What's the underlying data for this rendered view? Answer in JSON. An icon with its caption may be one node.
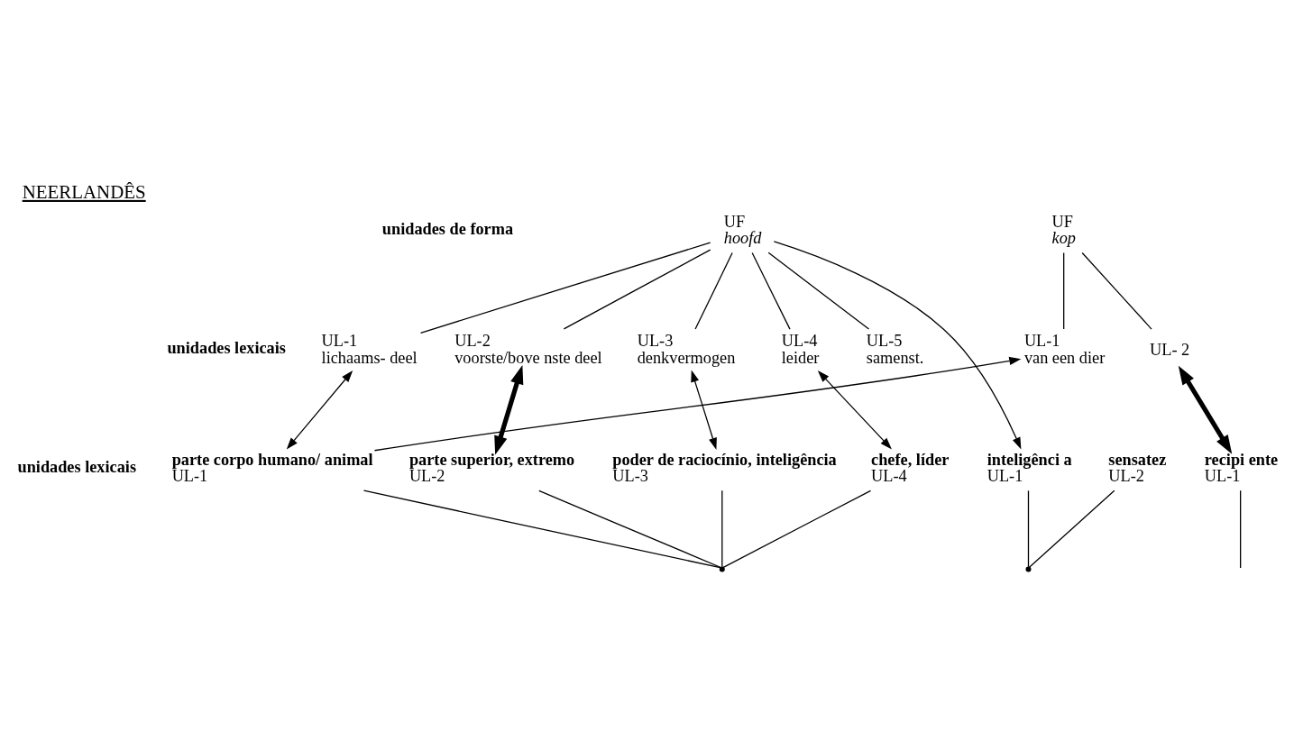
{
  "diagram": {
    "title": "NEERLANDÊS",
    "nodes": [
      {
        "text": [
          "UF",
          "hoofd"
        ]
      },
      {
        "text": [
          "UF",
          "kop"
        ]
      },
      {
        "text": [
          "UL-1",
          "lichaams- deel"
        ]
      },
      {
        "text": [
          "UL-2",
          "voorste/bove nste deel"
        ]
      },
      {
        "text": [
          "UL-3",
          "denkvermogen"
        ]
      },
      {
        "text": [
          "UL-4",
          "leider"
        ]
      },
      {
        "text": [
          "UL-5",
          "samenst."
        ]
      },
      {
        "text": [
          "UL-1",
          "van een dier"
        ]
      },
      {
        "text": [
          "UL- 2"
        ]
      },
      {
        "text": [
          "parte corpo humano/ animal",
          "UL-1"
        ]
      },
      {
        "text": [
          "parte superior, extremo",
          "UL-2"
        ]
      },
      {
        "text": [
          "poder de raciocínio, inteligência",
          "UL-3"
        ]
      },
      {
        "text": [
          "chefe, líder",
          "UL-4"
        ]
      },
      {
        "text": [
          "inteligênci a",
          "UL-1"
        ]
      },
      {
        "text": [
          "sensatez",
          "UL-2"
        ]
      },
      {
        "text": [
          "recipi ente",
          "UL-1"
        ]
      },
      {
        "text": [],
        "shape": "point"
      },
      {
        "text": [],
        "shape": "point"
      }
    ],
    "edges": [
      {
        "from": 0,
        "to": 2,
        "arrow": "none"
      },
      {
        "from": 0,
        "to": 3,
        "arrow": "none"
      },
      {
        "from": 0,
        "to": 4,
        "arrow": "none"
      },
      {
        "from": 0,
        "to": 5,
        "arrow": "none"
      },
      {
        "from": 0,
        "to": 6,
        "arrow": "none"
      },
      {
        "from": 0,
        "to": 13,
        "arrow": "to"
      },
      {
        "from": 1,
        "to": 7,
        "arrow": "none"
      },
      {
        "from": 1,
        "to": 8,
        "arrow": "none"
      },
      {
        "from": 9,
        "to": 7,
        "arrow": "to"
      },
      {
        "from": 2,
        "to": 9,
        "arrow": "both"
      },
      {
        "from": 3,
        "to": 10,
        "arrow": "both",
        "style": "thick"
      },
      {
        "from": 4,
        "to": 11,
        "arrow": "both"
      },
      {
        "from": 5,
        "to": 12,
        "arrow": "both"
      },
      {
        "from": 8,
        "to": 15,
        "arrow": "both",
        "style": "thick"
      },
      {
        "from": 9,
        "to": 16,
        "arrow": "none"
      },
      {
        "from": 10,
        "to": 16,
        "arrow": "none"
      },
      {
        "from": 11,
        "to": 16,
        "arrow": "none"
      },
      {
        "from": 12,
        "to": 16,
        "arrow": "none"
      },
      {
        "from": 13,
        "to": 17,
        "arrow": "none"
      },
      {
        "from": 14,
        "to": 17,
        "arrow": "none"
      },
      {
        "from": 15,
        "to": null,
        "arrow": "none"
      }
    ],
    "labels": [
      "unidades de forma",
      "unidades lexicais",
      "unidades lexicais"
    ]
  }
}
